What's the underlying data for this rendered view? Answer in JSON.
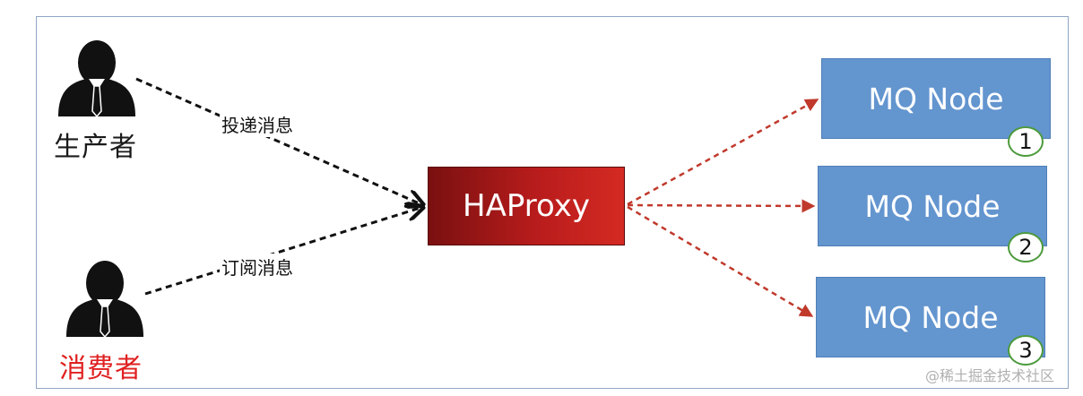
{
  "producer": {
    "label": "生产者"
  },
  "consumer": {
    "label": "消费者",
    "label_color": "#e02020"
  },
  "edges": {
    "deliver_label": "投递消息",
    "subscribe_label": "订阅消息"
  },
  "haproxy": {
    "label": "HAProxy",
    "color": "#b81c1c"
  },
  "mq_nodes": [
    {
      "label": "MQ Node",
      "badge": "1"
    },
    {
      "label": "MQ Node",
      "badge": "2"
    },
    {
      "label": "MQ Node",
      "badge": "3"
    }
  ],
  "colors": {
    "node_fill": "#6395cf",
    "badge_border": "#4c9a3c",
    "red_arrow": "#c0392b"
  },
  "icons": {
    "person": "person-icon"
  },
  "watermark": "@稀土掘金技术社区"
}
